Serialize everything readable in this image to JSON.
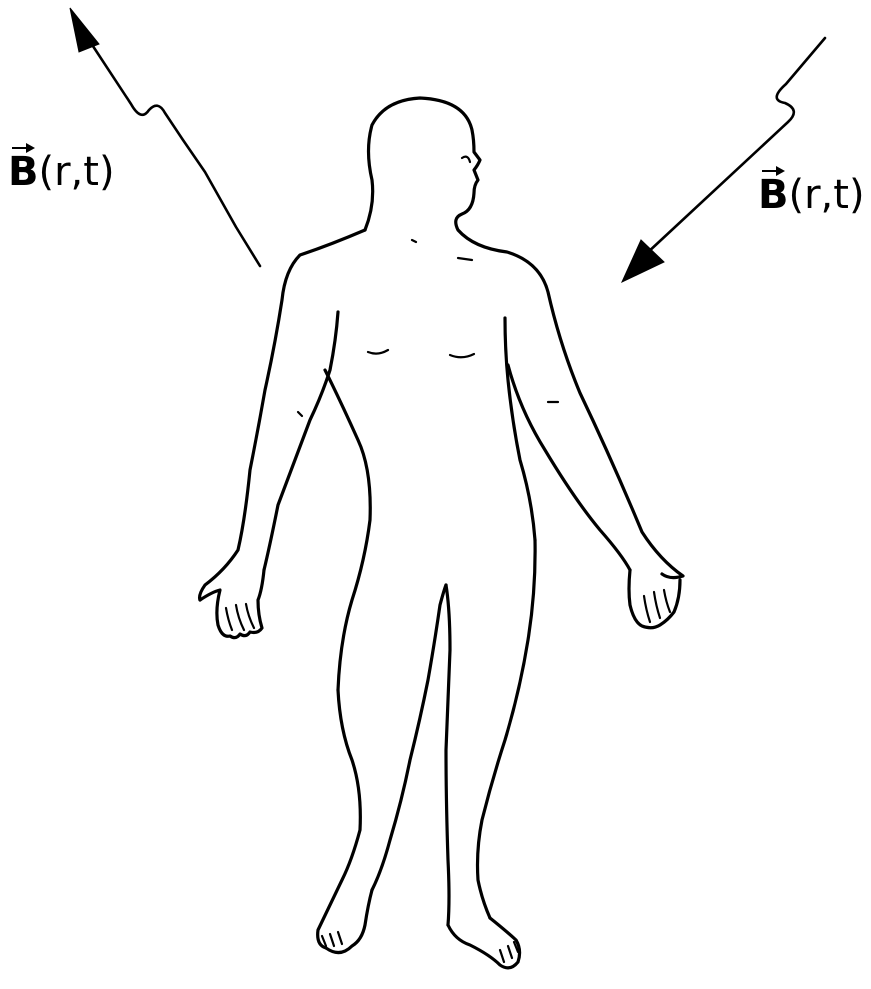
{
  "labels": {
    "left": {
      "symbol": "B",
      "args": "(r,t)"
    },
    "right": {
      "symbol": "B",
      "args": "(r,t)"
    }
  },
  "figure": {
    "subject": "human-body-outline",
    "waves": [
      "incoming-field-wave",
      "outgoing-field-wave"
    ]
  }
}
